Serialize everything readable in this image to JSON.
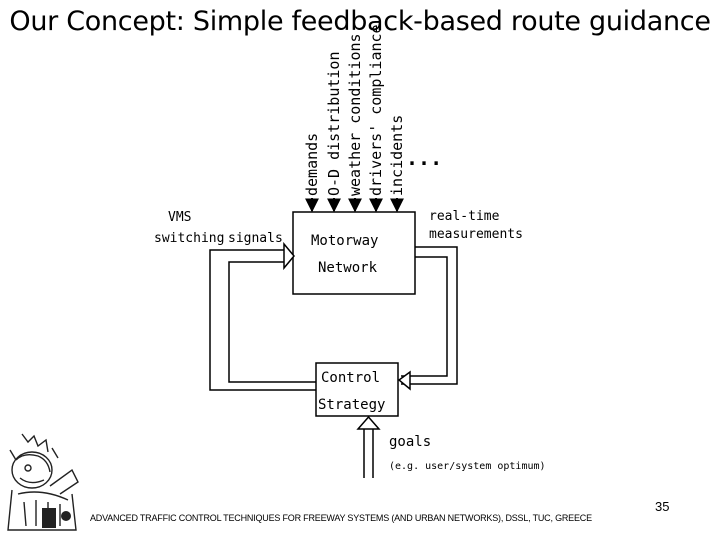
{
  "slide": {
    "title": "Our Concept: Simple feedback-based route guidance",
    "footer": "ADVANCED TRAFFIC CONTROL TECHNIQUES FOR FREEWAY SYSTEMS (AND URBAN NETWORKS), DSSL, TUC, GREECE",
    "page_number": "35"
  },
  "diagram": {
    "inputs": [
      "demands",
      "O-D distribution",
      "weather conditions",
      "drivers' compliance",
      "incidents"
    ],
    "more_inputs": "...",
    "network_box": [
      "Motorway",
      "Network"
    ],
    "control_box": [
      "Control",
      "Strategy"
    ],
    "left_label": [
      "VMS",
      "switching",
      "signals"
    ],
    "right_label": [
      "real-time",
      "measurements"
    ],
    "goals_label": "goals",
    "goals_note": "(e.g. user/system optimum)"
  }
}
